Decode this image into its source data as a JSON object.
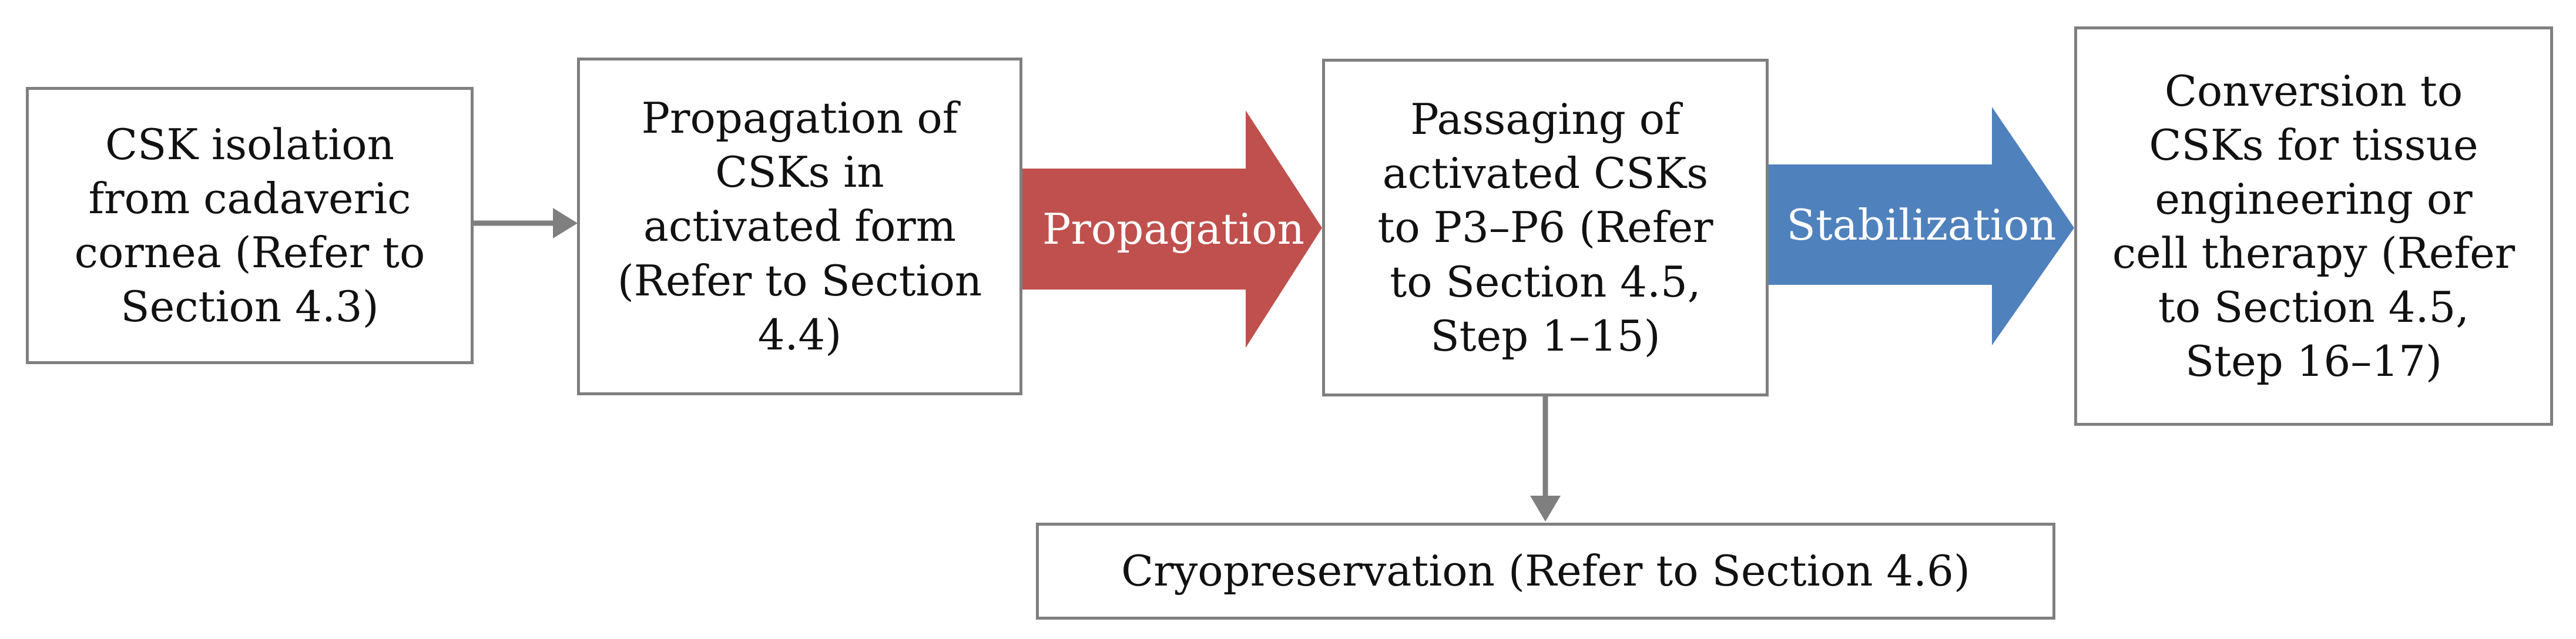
{
  "nodes": {
    "isolation": [
      "CSK isolation",
      "from cadaveric",
      "cornea (Refer to",
      "Section 4.3)"
    ],
    "propagation_activated": [
      "Propagation of",
      "CSKs in",
      "activated form",
      "(Refer to Section",
      "4.4)"
    ],
    "passaging": [
      "Passaging of",
      "activated CSKs",
      "to P3–P6 (Refer",
      "to Section 4.5,",
      "Step 1–15)"
    ],
    "conversion": [
      "Conversion to",
      "CSKs for tissue",
      "engineering or",
      "cell therapy (Refer",
      "to Section 4.5,",
      "Step 16–17)"
    ],
    "cryopreservation": [
      "Cryopreservation (Refer to Section 4.6)"
    ]
  },
  "arrows": {
    "propagation": {
      "label": "Propagation",
      "color": "#c0504d"
    },
    "stabilization": {
      "label": "Stabilization",
      "color": "#4f81bd"
    },
    "connector_color": "#7f7f7f"
  }
}
